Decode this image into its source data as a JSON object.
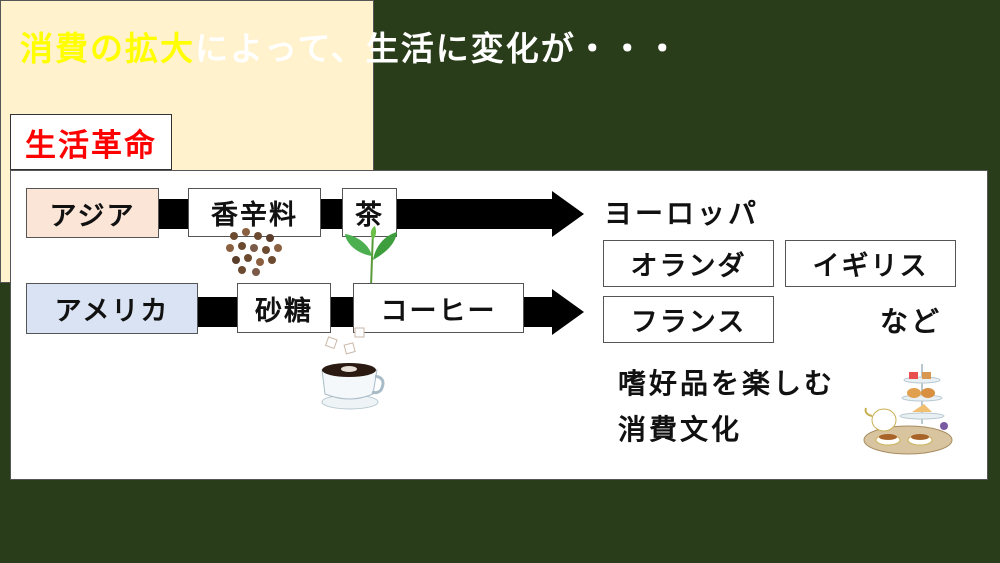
{
  "slide": {
    "title_highlight": "消費の拡大",
    "title_rest": "によって、生活に変化が・・・",
    "section_tab": "生活革命",
    "asia": {
      "label": "アジア",
      "goods": [
        "香辛料",
        "茶"
      ]
    },
    "america": {
      "label": "アメリカ",
      "goods": [
        "砂糖",
        "コーヒー"
      ]
    },
    "europe": {
      "heading": "ヨーロッパ",
      "countries": [
        "オランダ",
        "イギリス",
        "フランス"
      ],
      "etc": "など",
      "culture_line1": "嗜好品を楽しむ",
      "culture_line2": "消費文化"
    }
  },
  "colors": {
    "background": "#2a3d1b",
    "highlight": "#ffff00",
    "tab_text": "#ff0000",
    "asia_bg": "#fbe5d6",
    "america_bg": "#dae3f3",
    "europe_bg": "#fff2cc"
  }
}
